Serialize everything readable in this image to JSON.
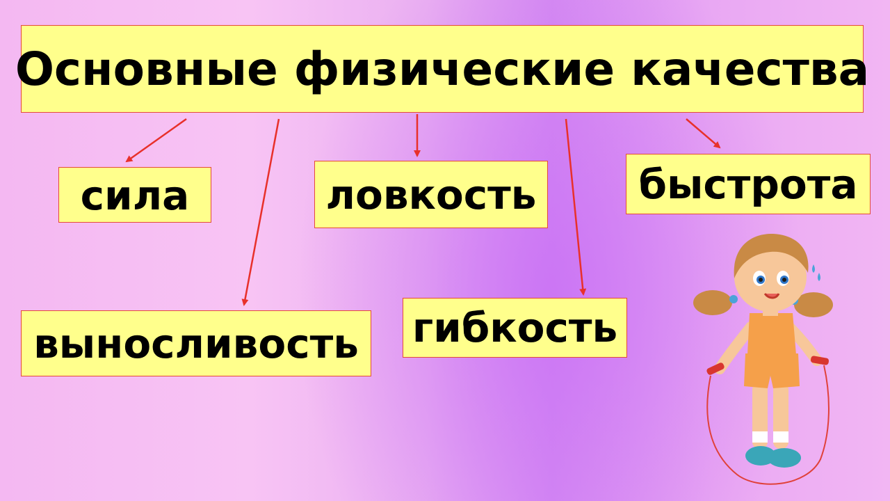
{
  "title": "Основные физические качества",
  "qualities": {
    "sila": "сила",
    "lovkost": "ловкость",
    "bystrota": "быстрота",
    "vynoslivost": "выносливость",
    "gibkost": "гибкость"
  },
  "colors": {
    "box_fill": "#ffff8c",
    "box_border": "#e34b3a",
    "arrow": "#e8302a",
    "text": "#000000"
  },
  "illustration": "girl-jumping-rope"
}
